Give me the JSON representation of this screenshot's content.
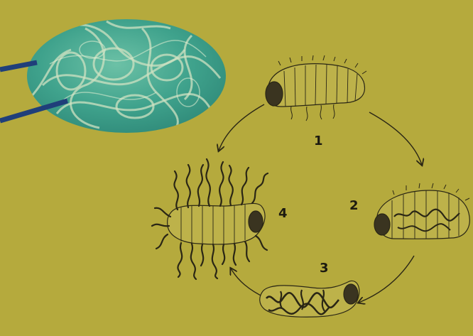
{
  "stages": [
    {
      "id": "1",
      "label": "1"
    },
    {
      "id": "2",
      "label": "2"
    },
    {
      "id": "3",
      "label": "3"
    },
    {
      "id": "4",
      "label": "4"
    }
  ],
  "colors": {
    "background": "#b5aa3d",
    "inset_fill": "#3fa28c",
    "pointer": "#1f3f7a",
    "ink": "#1c1a10"
  },
  "icons": [
    "microscope-inset",
    "larva-stage-1",
    "larva-stage-2",
    "larva-stage-3",
    "larva-stage-4",
    "cycle-arrow"
  ]
}
